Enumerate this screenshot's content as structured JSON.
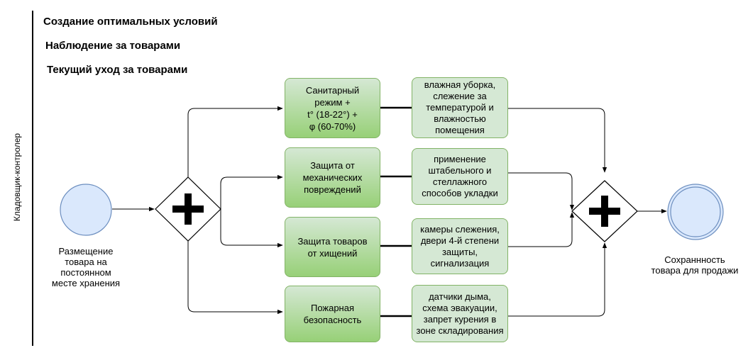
{
  "lane": {
    "label": "Кладовщик-контролер"
  },
  "headings": [
    "Создание оптимальных условий",
    "Наблюдение за товарами",
    "Текущий уход за товарами"
  ],
  "start_event": {
    "label": "Размещение\nтовара на\nпостоянном\nместе хранения"
  },
  "end_event": {
    "label": "Сохраннность\nтовара для продажи"
  },
  "tasks": [
    {
      "label": "Санитарный\nрежим +\nt° (18-22°) +\nφ (60-70%)"
    },
    {
      "label": "Защита от\nмеханических\nповреждений"
    },
    {
      "label": "Защита товаров\nот хищений"
    },
    {
      "label": "Пожарная\nбезопасность"
    }
  ],
  "notes": [
    {
      "label": "влажная уборка,\nслежение за\nтемпературой и\nвлажностью\nпомещения"
    },
    {
      "label": "применение\nштабельного и\nстеллажного\nспособов укладки"
    },
    {
      "label": "камеры слежения,\nдвери 4-й степени\nзащиты,\nсигнализация"
    },
    {
      "label": "датчики дыма,\nсхема эвакуации,\nзапрет курения в\nзоне складирования"
    }
  ],
  "colors": {
    "task_fill_top": "#d5e8d4",
    "task_fill_bottom": "#97d077",
    "task_border": "#82b366",
    "event_fill": "#dae8fc",
    "event_border": "#6c8ebf"
  }
}
